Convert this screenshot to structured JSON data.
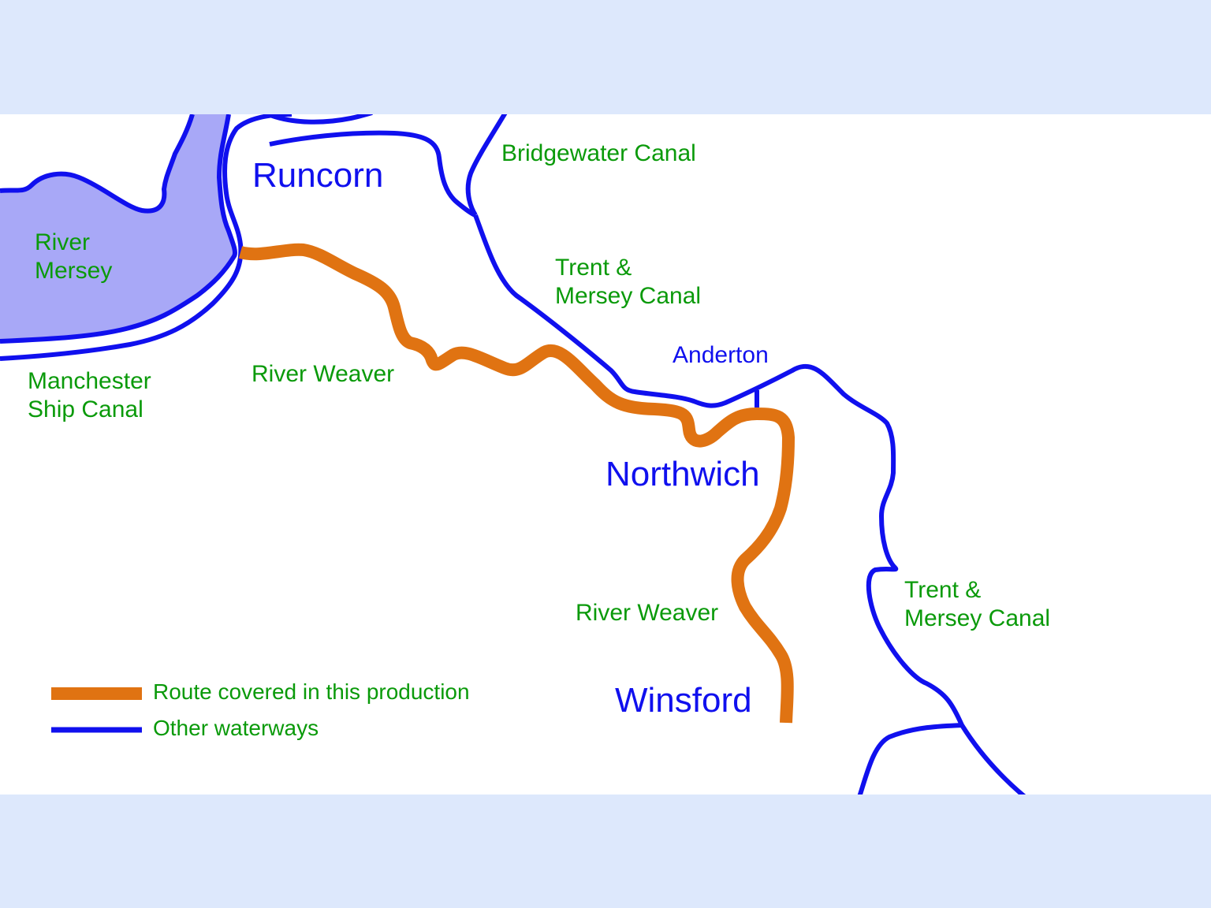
{
  "colors": {
    "background": "#dde8fc",
    "panel": "#ffffff",
    "route": "#e07312",
    "waterway": "#1010ee",
    "estuary_fill": "#a8a8f7",
    "waterway_label": "#0a9a0a",
    "town_label": "#1010ee"
  },
  "map": {
    "towns": {
      "runcorn": "Runcorn",
      "northwich": "Northwich",
      "winsford": "Winsford",
      "anderton": "Anderton"
    },
    "waterways": {
      "river_mersey_line1": "River",
      "river_mersey_line2": "Mersey",
      "manchester_ship_canal_line1": "Manchester",
      "manchester_ship_canal_line2": "Ship Canal",
      "bridgewater_canal": "Bridgewater Canal",
      "trent_mersey_north_line1": "Trent &",
      "trent_mersey_north_line2": "Mersey Canal",
      "trent_mersey_south_line1": "Trent &",
      "trent_mersey_south_line2": "Mersey Canal",
      "river_weaver_north": "River Weaver",
      "river_weaver_south": "River Weaver"
    }
  },
  "legend": {
    "route": {
      "label": "Route covered in this production",
      "color": "#e07312",
      "icon": "orange-line-swatch"
    },
    "other": {
      "label": "Other waterways",
      "color": "#1010ee",
      "icon": "blue-line-swatch"
    }
  }
}
